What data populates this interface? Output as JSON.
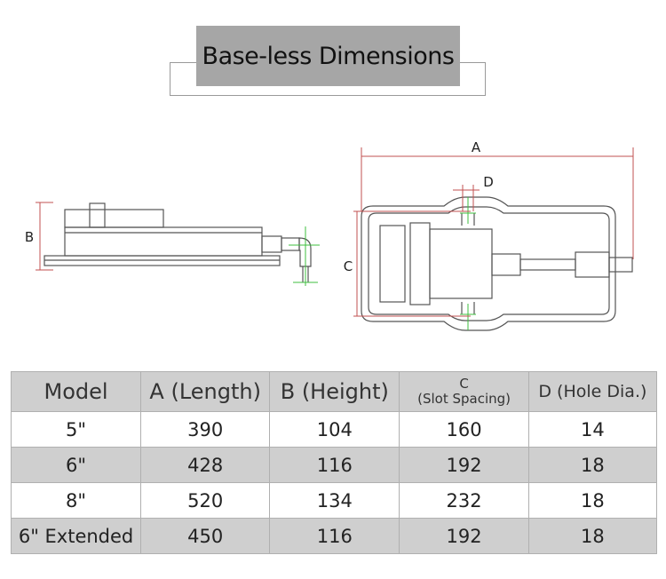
{
  "title": "Base-less Dimensions",
  "labels": {
    "a": "A",
    "b": "B",
    "c": "C",
    "d": "D"
  },
  "table": {
    "headers": [
      "Model",
      "A (Length)",
      "B (Height)",
      "C",
      "(Slot Spacing)",
      "D (Hole Dia.)"
    ],
    "rows": [
      [
        "5\"",
        "390",
        "104",
        "160",
        "14"
      ],
      [
        "6\"",
        "428",
        "116",
        "192",
        "18"
      ],
      [
        "8\"",
        "520",
        "134",
        "232",
        "18"
      ],
      [
        "6\" Extended",
        "450",
        "116",
        "192",
        "18"
      ]
    ]
  },
  "colors": {
    "dimension_line": "#c25050",
    "centerline": "#3fbf3f",
    "outline": "#555555",
    "header_bg": "#cfcfcf"
  }
}
